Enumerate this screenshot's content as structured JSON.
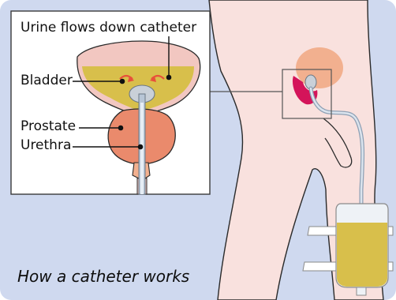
{
  "labels": {
    "urine": "Urine flows down catheter",
    "bladder": "Bladder",
    "prostate": "Prostate",
    "urethra": "Urethra"
  },
  "caption": "How a catheter works",
  "colors": {
    "background": "#cfd9ef",
    "skin": "#f9e1de",
    "bladder_wall": "#f2c7c1",
    "urine": "#d8bf4b",
    "prostate": "#ea8a6c",
    "small_bladder": "#f2b08f",
    "bladder_highlight": "#d4145a",
    "arrow": "#e8503a",
    "tube": "#b8c6d6",
    "outline": "#2a2a2a",
    "strap": "#ffffff"
  }
}
